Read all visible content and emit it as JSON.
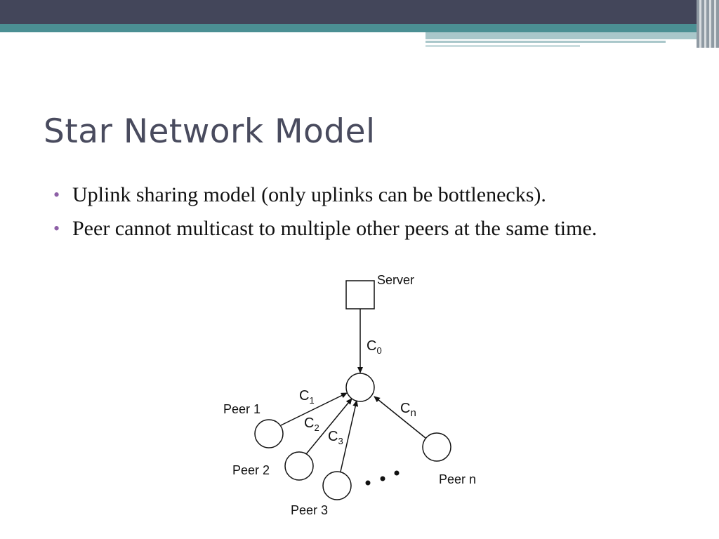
{
  "slide": {
    "title": "Star Network Model",
    "bullets": [
      "Uplink sharing model (only uplinks can be bottlenecks).",
      "Peer cannot multicast to multiple other peers at the same time."
    ],
    "bullet_glyph": "•"
  },
  "diagram": {
    "server_label": "Server",
    "hub_label": "",
    "nodes": [
      {
        "label": "Peer 1"
      },
      {
        "label": "Peer 2"
      },
      {
        "label": "Peer 3"
      },
      {
        "label": "Peer n"
      }
    ],
    "links": [
      {
        "base": "C",
        "sub": "0"
      },
      {
        "base": "C",
        "sub": "1"
      },
      {
        "base": "C",
        "sub": "2"
      },
      {
        "base": "C",
        "sub": "3"
      },
      {
        "base": "C",
        "sub": "n"
      }
    ]
  },
  "colors": {
    "header_dark": "#43465a",
    "header_teal": "#4b8f93",
    "header_light": "#a9c7ca",
    "title": "#494b5e",
    "bullet": "#8d5fa6"
  }
}
